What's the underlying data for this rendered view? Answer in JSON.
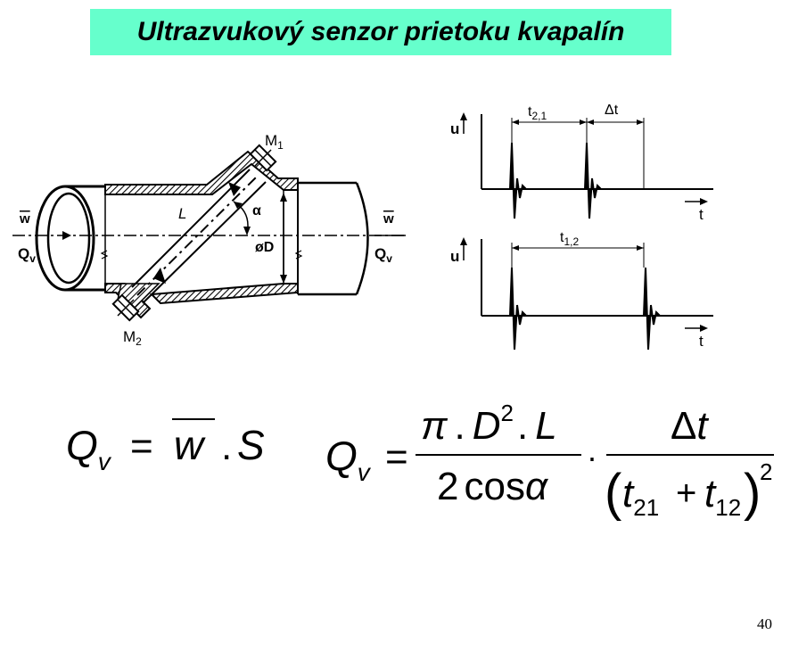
{
  "slide": {
    "title": "Ultrazvukový senzor prietoku kvapalín",
    "page_number": "40"
  },
  "sensor_diagram": {
    "transducer_top": "M",
    "transducer_top_sub": "1",
    "transducer_bottom": "M",
    "transducer_bottom_sub": "2",
    "path_length": "L",
    "angle": "α",
    "diameter": "øD",
    "velocity_left": "w",
    "flow_left": "Q",
    "flow_left_sub": "v",
    "velocity_right": "w",
    "flow_right": "Q",
    "flow_right_sub": "v"
  },
  "timing_diagram": {
    "axis_u": "u",
    "axis_t": "t",
    "top_interval_1": "t",
    "top_interval_1_sub": "2,1",
    "top_interval_2": "Δt",
    "bottom_interval": "t",
    "bottom_interval_sub": "1,2"
  },
  "formula_1": {
    "lhs": "Q",
    "lhs_sub": "v",
    "equals": "=",
    "w": "w",
    "dot": ".",
    "s": "S"
  },
  "formula_2": {
    "lhs": "Q",
    "lhs_sub": "v",
    "equals": "=",
    "num_pi": "π",
    "num_dot1": ".",
    "num_d": "D",
    "num_sq": "2",
    "num_dot2": ".",
    "num_l": "L",
    "den_2": "2",
    "den_cos": "cos",
    "den_alpha": "α",
    "mult": "·",
    "num2_delta": "Δ",
    "num2_t": "t",
    "den2_lparen": "(",
    "den2_t21": "t",
    "den2_t21_sub": "21",
    "den2_plus": "+",
    "den2_t12": "t",
    "den2_t12_sub": "12",
    "den2_rparen": ")",
    "den2_sq": "2"
  }
}
